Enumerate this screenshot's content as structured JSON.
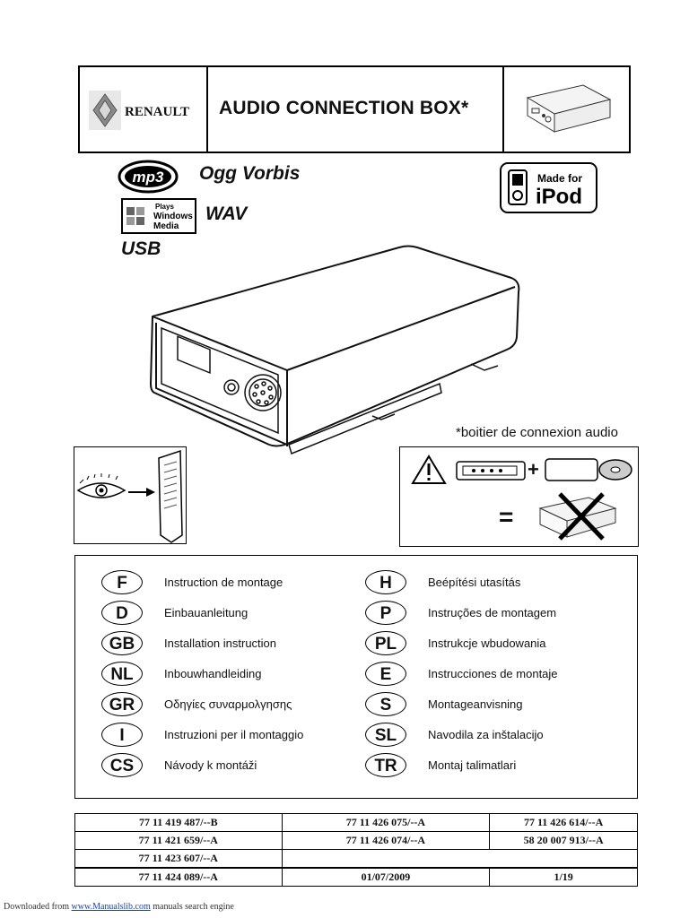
{
  "header": {
    "brand": "RENAULT",
    "title": "AUDIO CONNECTION BOX*"
  },
  "formats": {
    "mp3_logo": "mp3",
    "ogg": "Ogg Vorbis",
    "wma_logo_line1": "Plays",
    "wma_logo_line2": "Windows",
    "wma_logo_line3": "Media",
    "wav": "WAV",
    "usb": "USB",
    "ipod_line1": "Made for",
    "ipod_line2": "iPod"
  },
  "caption": "*boitier de connexion audio",
  "warning": {
    "plus": "+",
    "equals": "="
  },
  "languages": [
    {
      "code": "F",
      "text": "Instruction de montage"
    },
    {
      "code": "D",
      "text": "Einbauanleitung"
    },
    {
      "code": "GB",
      "text": "Installation instruction"
    },
    {
      "code": "NL",
      "text": "Inbouwhandleiding"
    },
    {
      "code": "GR",
      "text": "Οδηγίες συναρμολγησης"
    },
    {
      "code": "I",
      "text": "Instruzioni per il montaggio"
    },
    {
      "code": "CS",
      "text": "Návody k montáži"
    },
    {
      "code": "H",
      "text": "Beépítési utasítás"
    },
    {
      "code": "P",
      "text": "Instruções de montagem"
    },
    {
      "code": "PL",
      "text": "Instrukcje wbudowania"
    },
    {
      "code": "E",
      "text": "Instrucciones de montaje"
    },
    {
      "code": "S",
      "text": "Montageanvisning"
    },
    {
      "code": "SL",
      "text": "Navodila za inštalacijo"
    },
    {
      "code": "TR",
      "text": "Montaj talimatlari"
    }
  ],
  "refs": {
    "r1": [
      "77 11 419 487/--B",
      "77 11 426 075/--A",
      "77 11 426 614/--A"
    ],
    "r2": [
      "77 11 421 659/--A",
      "77 11 426 074/--A",
      "58 20 007 913/--A"
    ],
    "r3": [
      "77 11 423 607/--A",
      "",
      ""
    ],
    "r4": [
      "77 11 424 089/--A",
      "01/07/2009",
      "1/19"
    ]
  },
  "footer": {
    "prefix": "Downloaded from ",
    "link": "www.Manualslib.com",
    "suffix": " manuals search engine"
  }
}
